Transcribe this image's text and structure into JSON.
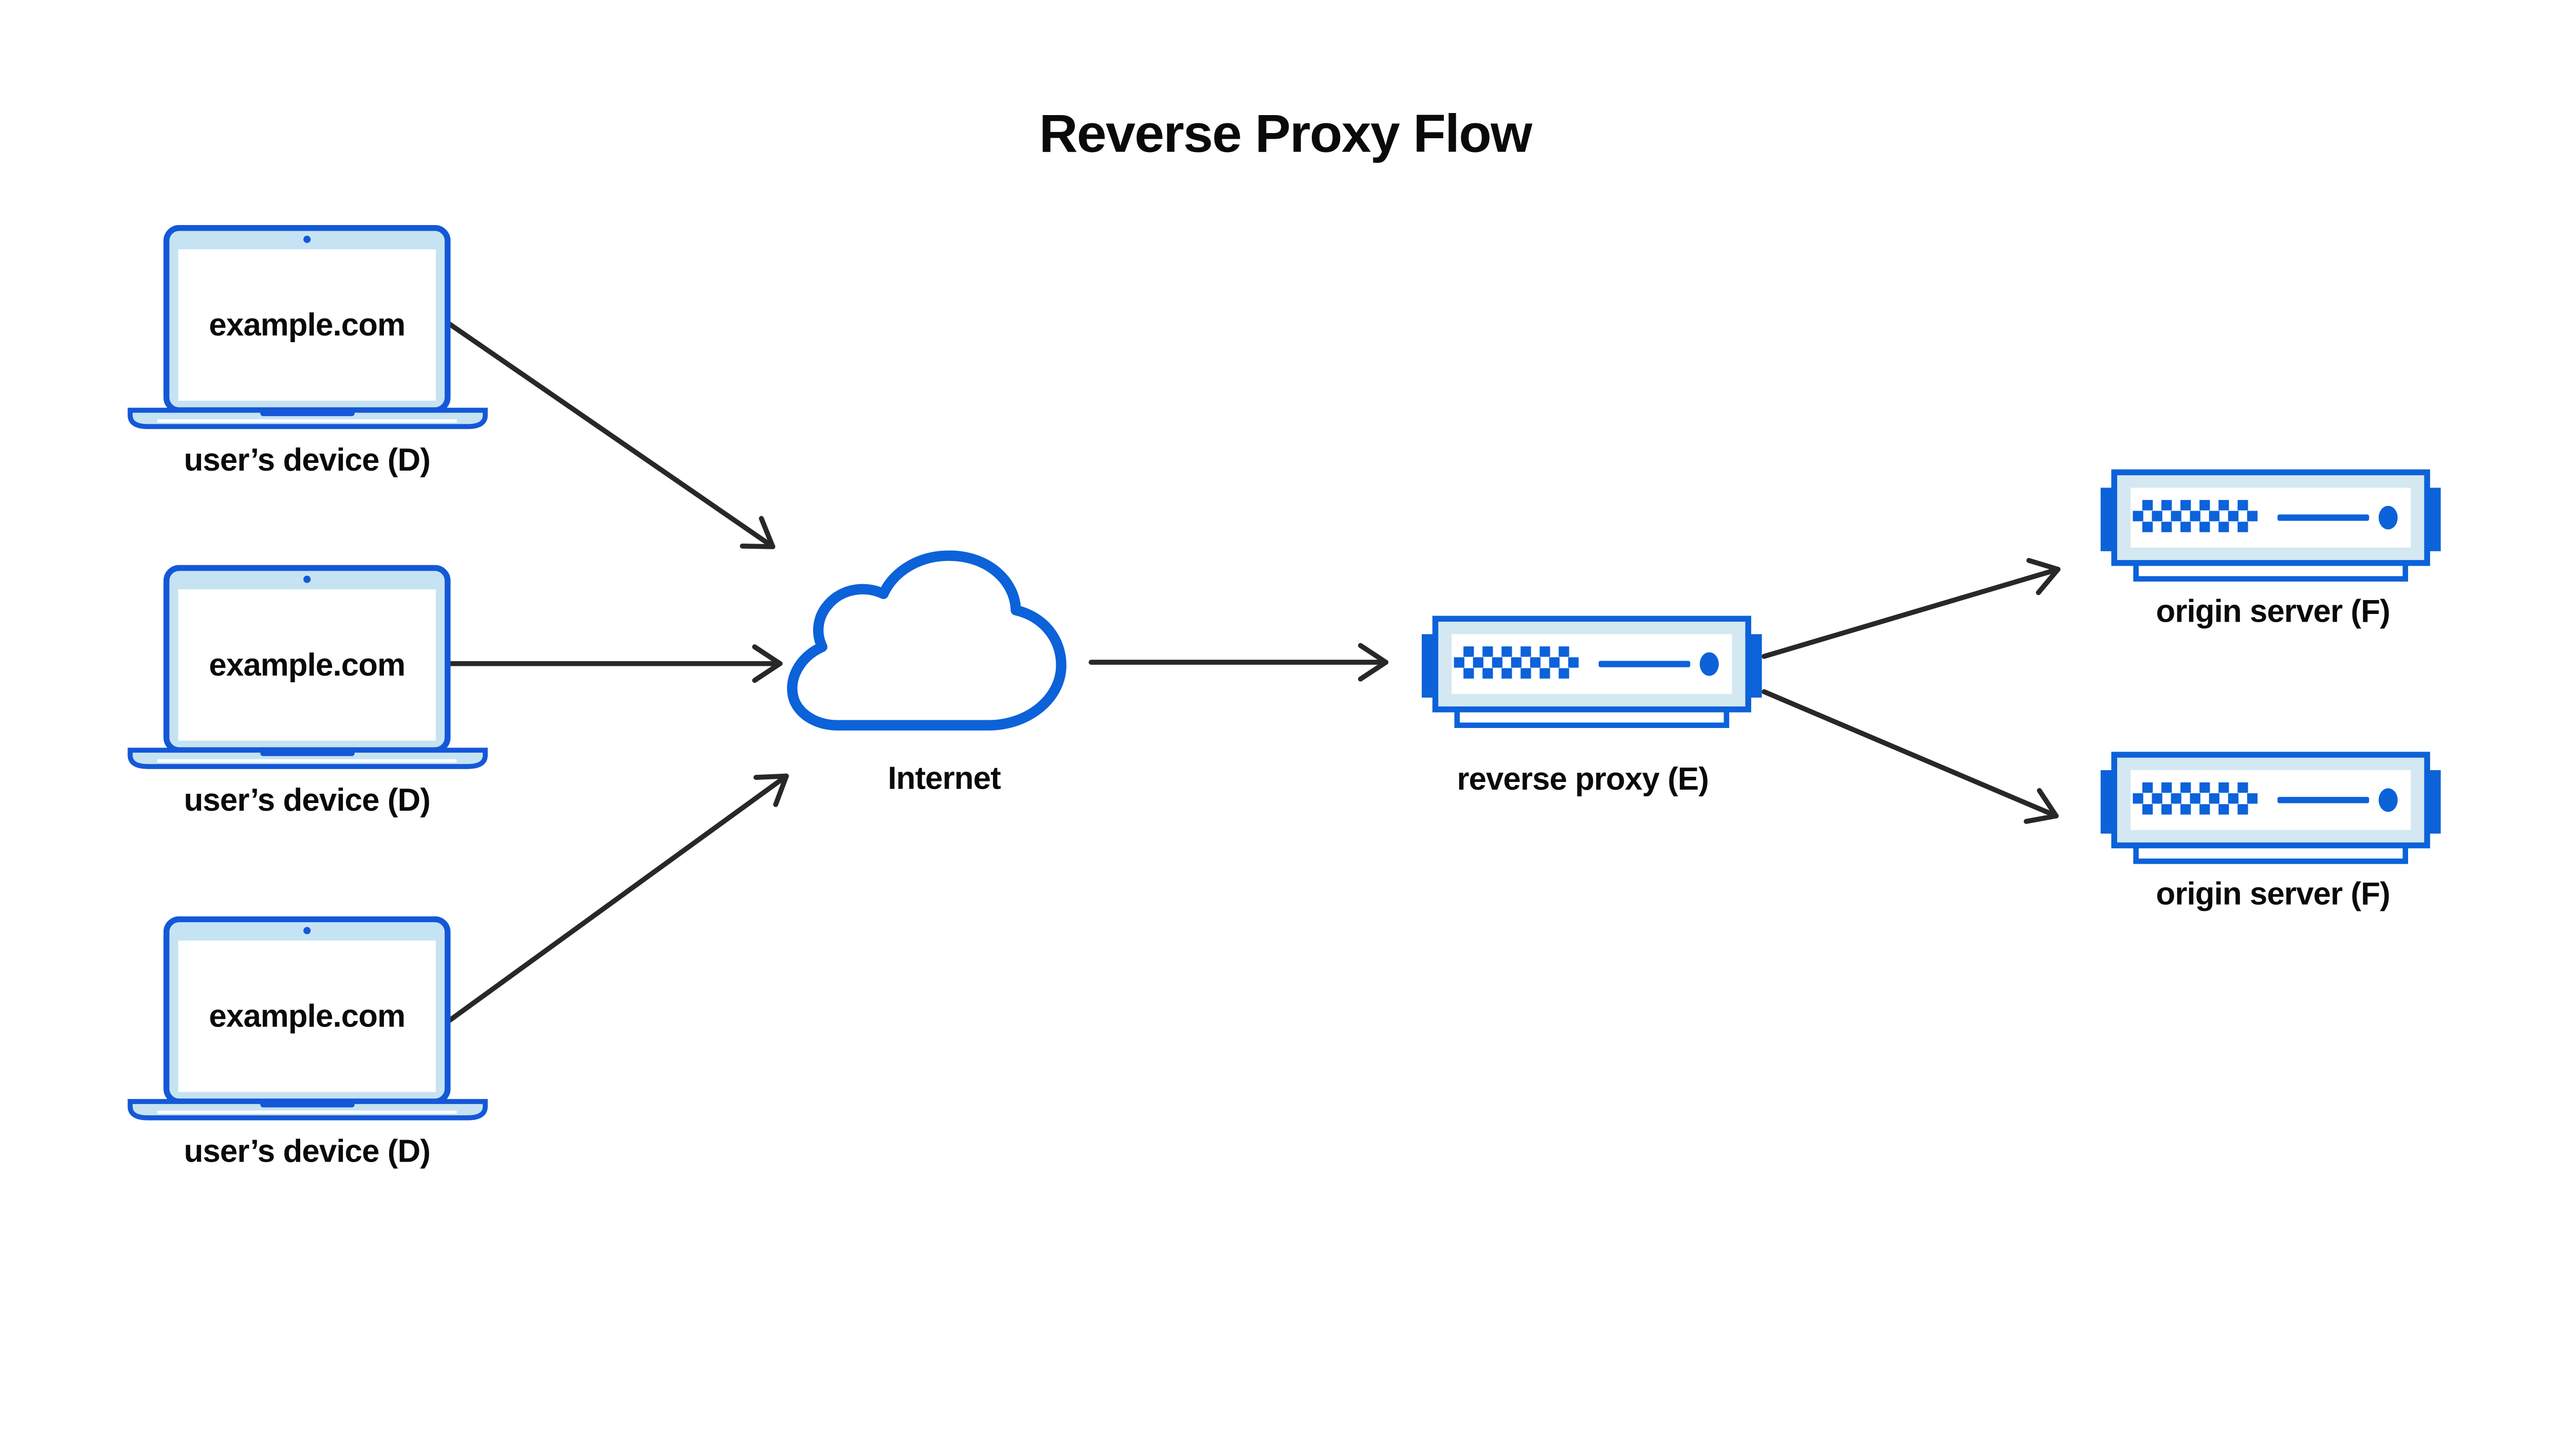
{
  "title": "Reverse Proxy Flow",
  "colors": {
    "outline_blue": "#1458d8",
    "accent_blue": "#0c62d9",
    "laptop_fill": "#c5e3f2",
    "server_fill": "#d4e8f1",
    "panel_white": "#ffffff",
    "arrow": "#282828",
    "text": "#0a0a0a"
  },
  "nodes": {
    "devices": [
      {
        "id": "device-1",
        "screen_text": "example.com",
        "label": "user’s device (D)"
      },
      {
        "id": "device-2",
        "screen_text": "example.com",
        "label": "user’s device (D)"
      },
      {
        "id": "device-3",
        "screen_text": "example.com",
        "label": "user’s device (D)"
      }
    ],
    "internet": {
      "id": "internet",
      "label": "Internet",
      "icon": "cloud-icon"
    },
    "reverse_proxy": {
      "id": "reverse-proxy",
      "label": "reverse proxy (E)",
      "icon": "server-icon"
    },
    "origin_servers": [
      {
        "id": "origin-1",
        "label": "origin server (F)",
        "icon": "server-icon"
      },
      {
        "id": "origin-2",
        "label": "origin server (F)",
        "icon": "server-icon"
      }
    ]
  },
  "edges": [
    {
      "from": "device-1",
      "to": "internet"
    },
    {
      "from": "device-2",
      "to": "internet"
    },
    {
      "from": "device-3",
      "to": "internet"
    },
    {
      "from": "internet",
      "to": "reverse-proxy"
    },
    {
      "from": "reverse-proxy",
      "to": "origin-1"
    },
    {
      "from": "reverse-proxy",
      "to": "origin-2"
    }
  ]
}
